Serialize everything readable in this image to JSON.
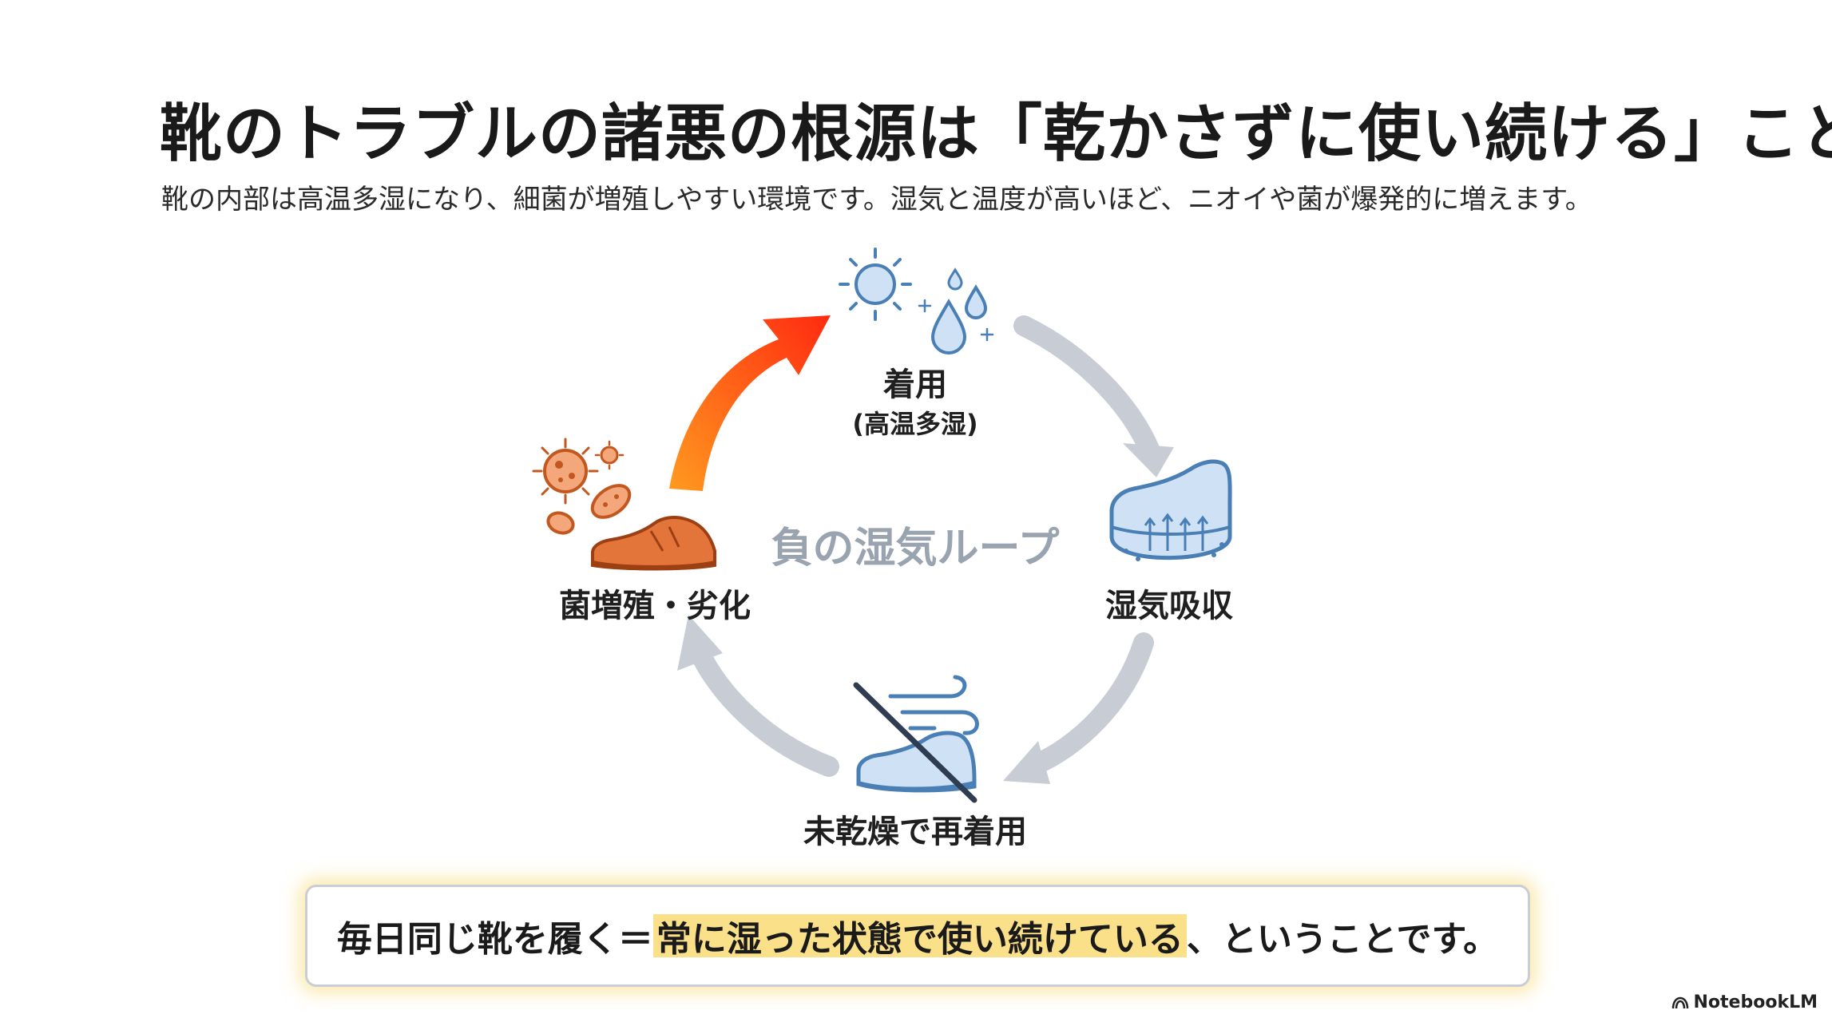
{
  "title": "靴のトラブルの諸悪の根源は「乾かさずに使い続ける」こと",
  "subtitle": "靴の内部は高温多湿になり、細菌が増殖しやすい環境です。湿気と温度が高いほど、ニオイや菌が爆発的に増えます。",
  "diagram": {
    "center_label": "負の湿気ループ",
    "nodes": [
      {
        "label": "着用",
        "sublabel": "(高温多湿)",
        "icon": "sun-and-water-drops-icon"
      },
      {
        "label": "湿気吸収",
        "icon": "shoe-absorbing-moisture-icon"
      },
      {
        "label": "未乾燥で再着用",
        "icon": "no-drying-shoe-icon"
      },
      {
        "label": "菌増殖・劣化",
        "icon": "bacteria-and-worn-shoe-icon"
      }
    ],
    "colors": {
      "cycle_arrow": "#c8cdd5",
      "danger_arrow_start": "#ff9a1f",
      "danger_arrow_end": "#ff2a10",
      "icon_blue": "#4a7fb5",
      "icon_orange": "#e3743a",
      "highlight": "#fbe08a"
    }
  },
  "callout": {
    "prefix": "毎日同じ靴を履く＝",
    "highlight": "常に湿った状態で使い続けている",
    "suffix": "、ということです。"
  },
  "brand": "NotebookLM"
}
